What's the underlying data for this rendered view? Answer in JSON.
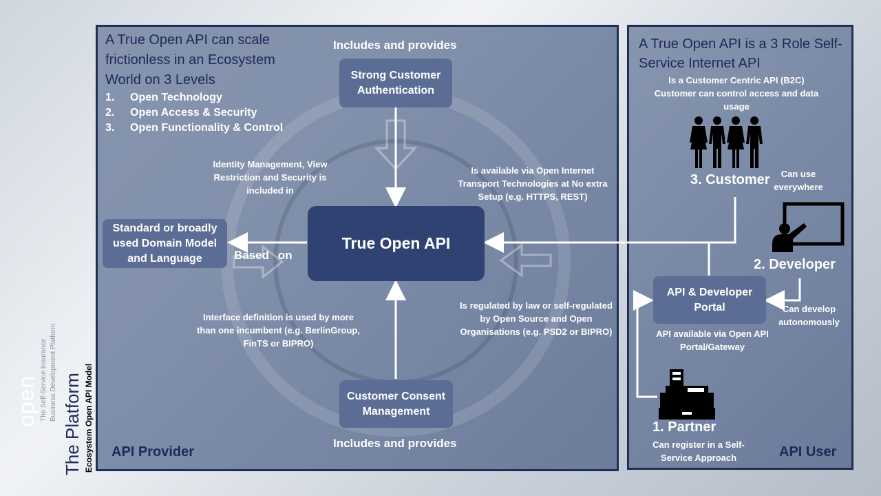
{
  "provider": {
    "title": "A True Open API can scale frictionless in an Ecosystem World on 3 Levels",
    "levels": [
      {
        "num": "1.",
        "label": "Open Technology"
      },
      {
        "num": "2.",
        "label": "Open Access & Security"
      },
      {
        "num": "3.",
        "label": "Open Functionality & Control"
      }
    ],
    "footer_label": "API Provider",
    "includes_top": "Includes and provides",
    "includes_bottom": "Includes and provides",
    "box_sca": "Strong Customer Authentication",
    "box_domain": "Standard or broadly used Domain Model and Language",
    "box_core": "True Open API",
    "box_consent": "Customer Consent Management",
    "based_on": "Based on",
    "note_identity": "Identity Management, View Restriction and Security is included in",
    "note_transport": "Is available via Open Internet Transport Technologies at No extra Setup (e.g. HTTPS, REST)",
    "note_interface": "Interface definition is used by more than one incumbent (e.g. BerlinGroup, FinTS or BIPRO)",
    "note_regulated": "Is regulated by law or self-regulated by Open Source and Open Organisations (e.g. PSD2 or BIPRO)"
  },
  "user": {
    "title": "A True Open API is a 3 Role Self-Service Internet API",
    "footer_label": "API User",
    "customer_desc": "Is a Customer Centric API (B2C) Customer can control access and data usage",
    "customer_label": "3. Customer",
    "can_use": "Can use everywhere",
    "developer_label": "2. Developer",
    "can_develop": "Can develop autonomously",
    "portal_box": "API & Developer Portal",
    "portal_desc": "API available via Open API Portal/Gateway",
    "partner_label": "1. Partner",
    "partner_desc": "Can register in a Self-Service Approach"
  },
  "branding": {
    "logo_word": "open",
    "logo_sub1": "The Self-Service Insurance",
    "logo_sub2": "Business Development Platform",
    "platform": "The Platform",
    "model": "Ecosystem Open API Model"
  },
  "colors": {
    "panel_border": "#1f2f55",
    "box_fill": "#5b6d94",
    "core_fill": "#2f4272",
    "title_text": "#1b2a57"
  },
  "icons": [
    "customers-group-icon",
    "developer-presenting-icon",
    "cash-register-icon",
    "arrow-icon"
  ]
}
